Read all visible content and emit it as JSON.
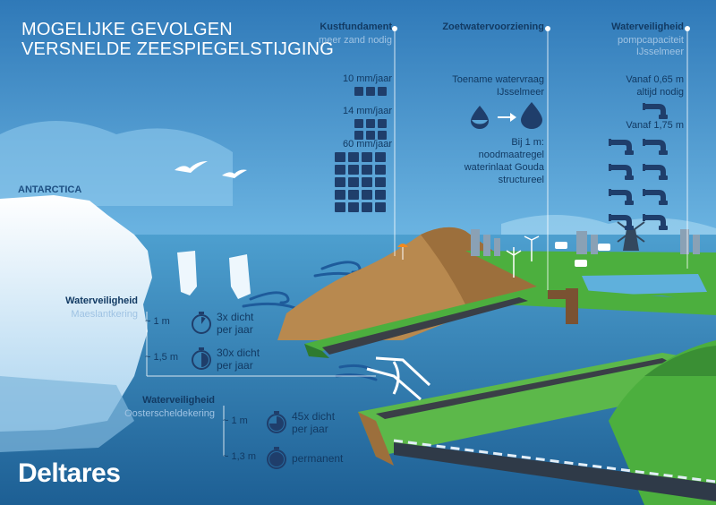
{
  "title": {
    "line1": "MOGELIJKE GEVOLGEN",
    "line2": "VERSNELDE ZEESPIEGELSTIJGING"
  },
  "antarctica_label": "ANTARCTICA",
  "kustfundament": {
    "heading": "Kustfundament",
    "subheading": "meer zand nodig",
    "rates": [
      {
        "label": "10 mm/jaar",
        "blocks": 3
      },
      {
        "label": "14 mm/jaar",
        "blocks": 6
      },
      {
        "label": "60 mm/jaar",
        "blocks": 20
      }
    ]
  },
  "zoetwater": {
    "heading": "Zoetwatervoorziening",
    "text1_line1": "Toename watervraag",
    "text1_line2": "IJsselmeer",
    "text2_line1": "Bij 1 m:",
    "text2_line2": "noodmaatregel",
    "text2_line3": "waterinlaat Gouda",
    "text2_line4": "structureel"
  },
  "waterveiligheid_ijsselmeer": {
    "heading": "Waterveiligheid",
    "sub1": "pompcapaciteit",
    "sub2": "IJsselmeer",
    "level1_line1": "Vanaf 0,65 m",
    "level1_line2": "altijd nodig",
    "level1_pumps": 1,
    "level2": "Vanaf 1,75 m",
    "level2_pumps": 8
  },
  "maeslantkering": {
    "heading": "Waterveiligheid",
    "subheading": "Maeslantkering",
    "rows": [
      {
        "level": "1 m",
        "line1": "3x dicht",
        "line2": "per jaar",
        "fill": 0.1
      },
      {
        "level": "1,5 m",
        "line1": "30x dicht",
        "line2": "per jaar",
        "fill": 0.5
      }
    ]
  },
  "oosterschelde": {
    "heading": "Waterveiligheid",
    "subheading": "Oosterscheldekering",
    "rows": [
      {
        "level": "1 m",
        "line1": "45x dicht",
        "line2": "per jaar",
        "fill": 0.75
      },
      {
        "level": "1,3 m",
        "line1": "permanent",
        "line2": "",
        "fill": 1
      }
    ]
  },
  "logo": "Deltares",
  "colors": {
    "navy": "#123a63",
    "sky": "#5aa6d8",
    "light_blue_text": "#9fc3e3",
    "green": "#4caf3e",
    "sand": "#b8894f"
  }
}
